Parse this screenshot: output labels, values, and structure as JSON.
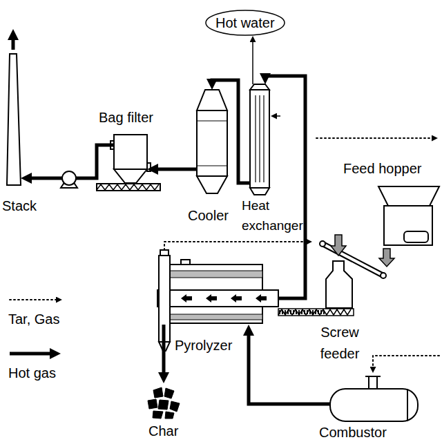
{
  "diagram": {
    "nodes": [
      {
        "text": [
          "Hot water"
        ]
      },
      {
        "text": [
          "Stack"
        ]
      },
      {
        "text": [
          "Bag filter"
        ]
      },
      {
        "text": [
          "Cooler"
        ]
      },
      {
        "text": [
          "Heat exchanger"
        ]
      },
      {
        "text": [
          "Feed hopper"
        ]
      },
      {
        "text": [
          "Pyrolyzer"
        ]
      },
      {
        "text": [
          "Screw feeder"
        ]
      },
      {
        "text": [
          "Char"
        ]
      },
      {
        "text": [
          "Combustor"
        ]
      }
    ],
    "edges": [
      {
        "from": 9,
        "to": 6,
        "arrow": "to"
      },
      {
        "from": 6,
        "to": 4,
        "arrow": "to"
      },
      {
        "from": 4,
        "to": 3,
        "arrow": "to"
      },
      {
        "from": 3,
        "to": 2,
        "arrow": "to"
      },
      {
        "from": 2,
        "to": 1,
        "arrow": "to"
      },
      {
        "from": 6,
        "to": 8,
        "arrow": "to"
      },
      {
        "from": 4,
        "to": 0,
        "arrow": "to"
      },
      {
        "from": 7,
        "to": 6,
        "arrow": "none"
      }
    ],
    "legend": [
      {
        "text": "Tar, Gas"
      },
      {
        "text": "Hot gas"
      }
    ]
  }
}
